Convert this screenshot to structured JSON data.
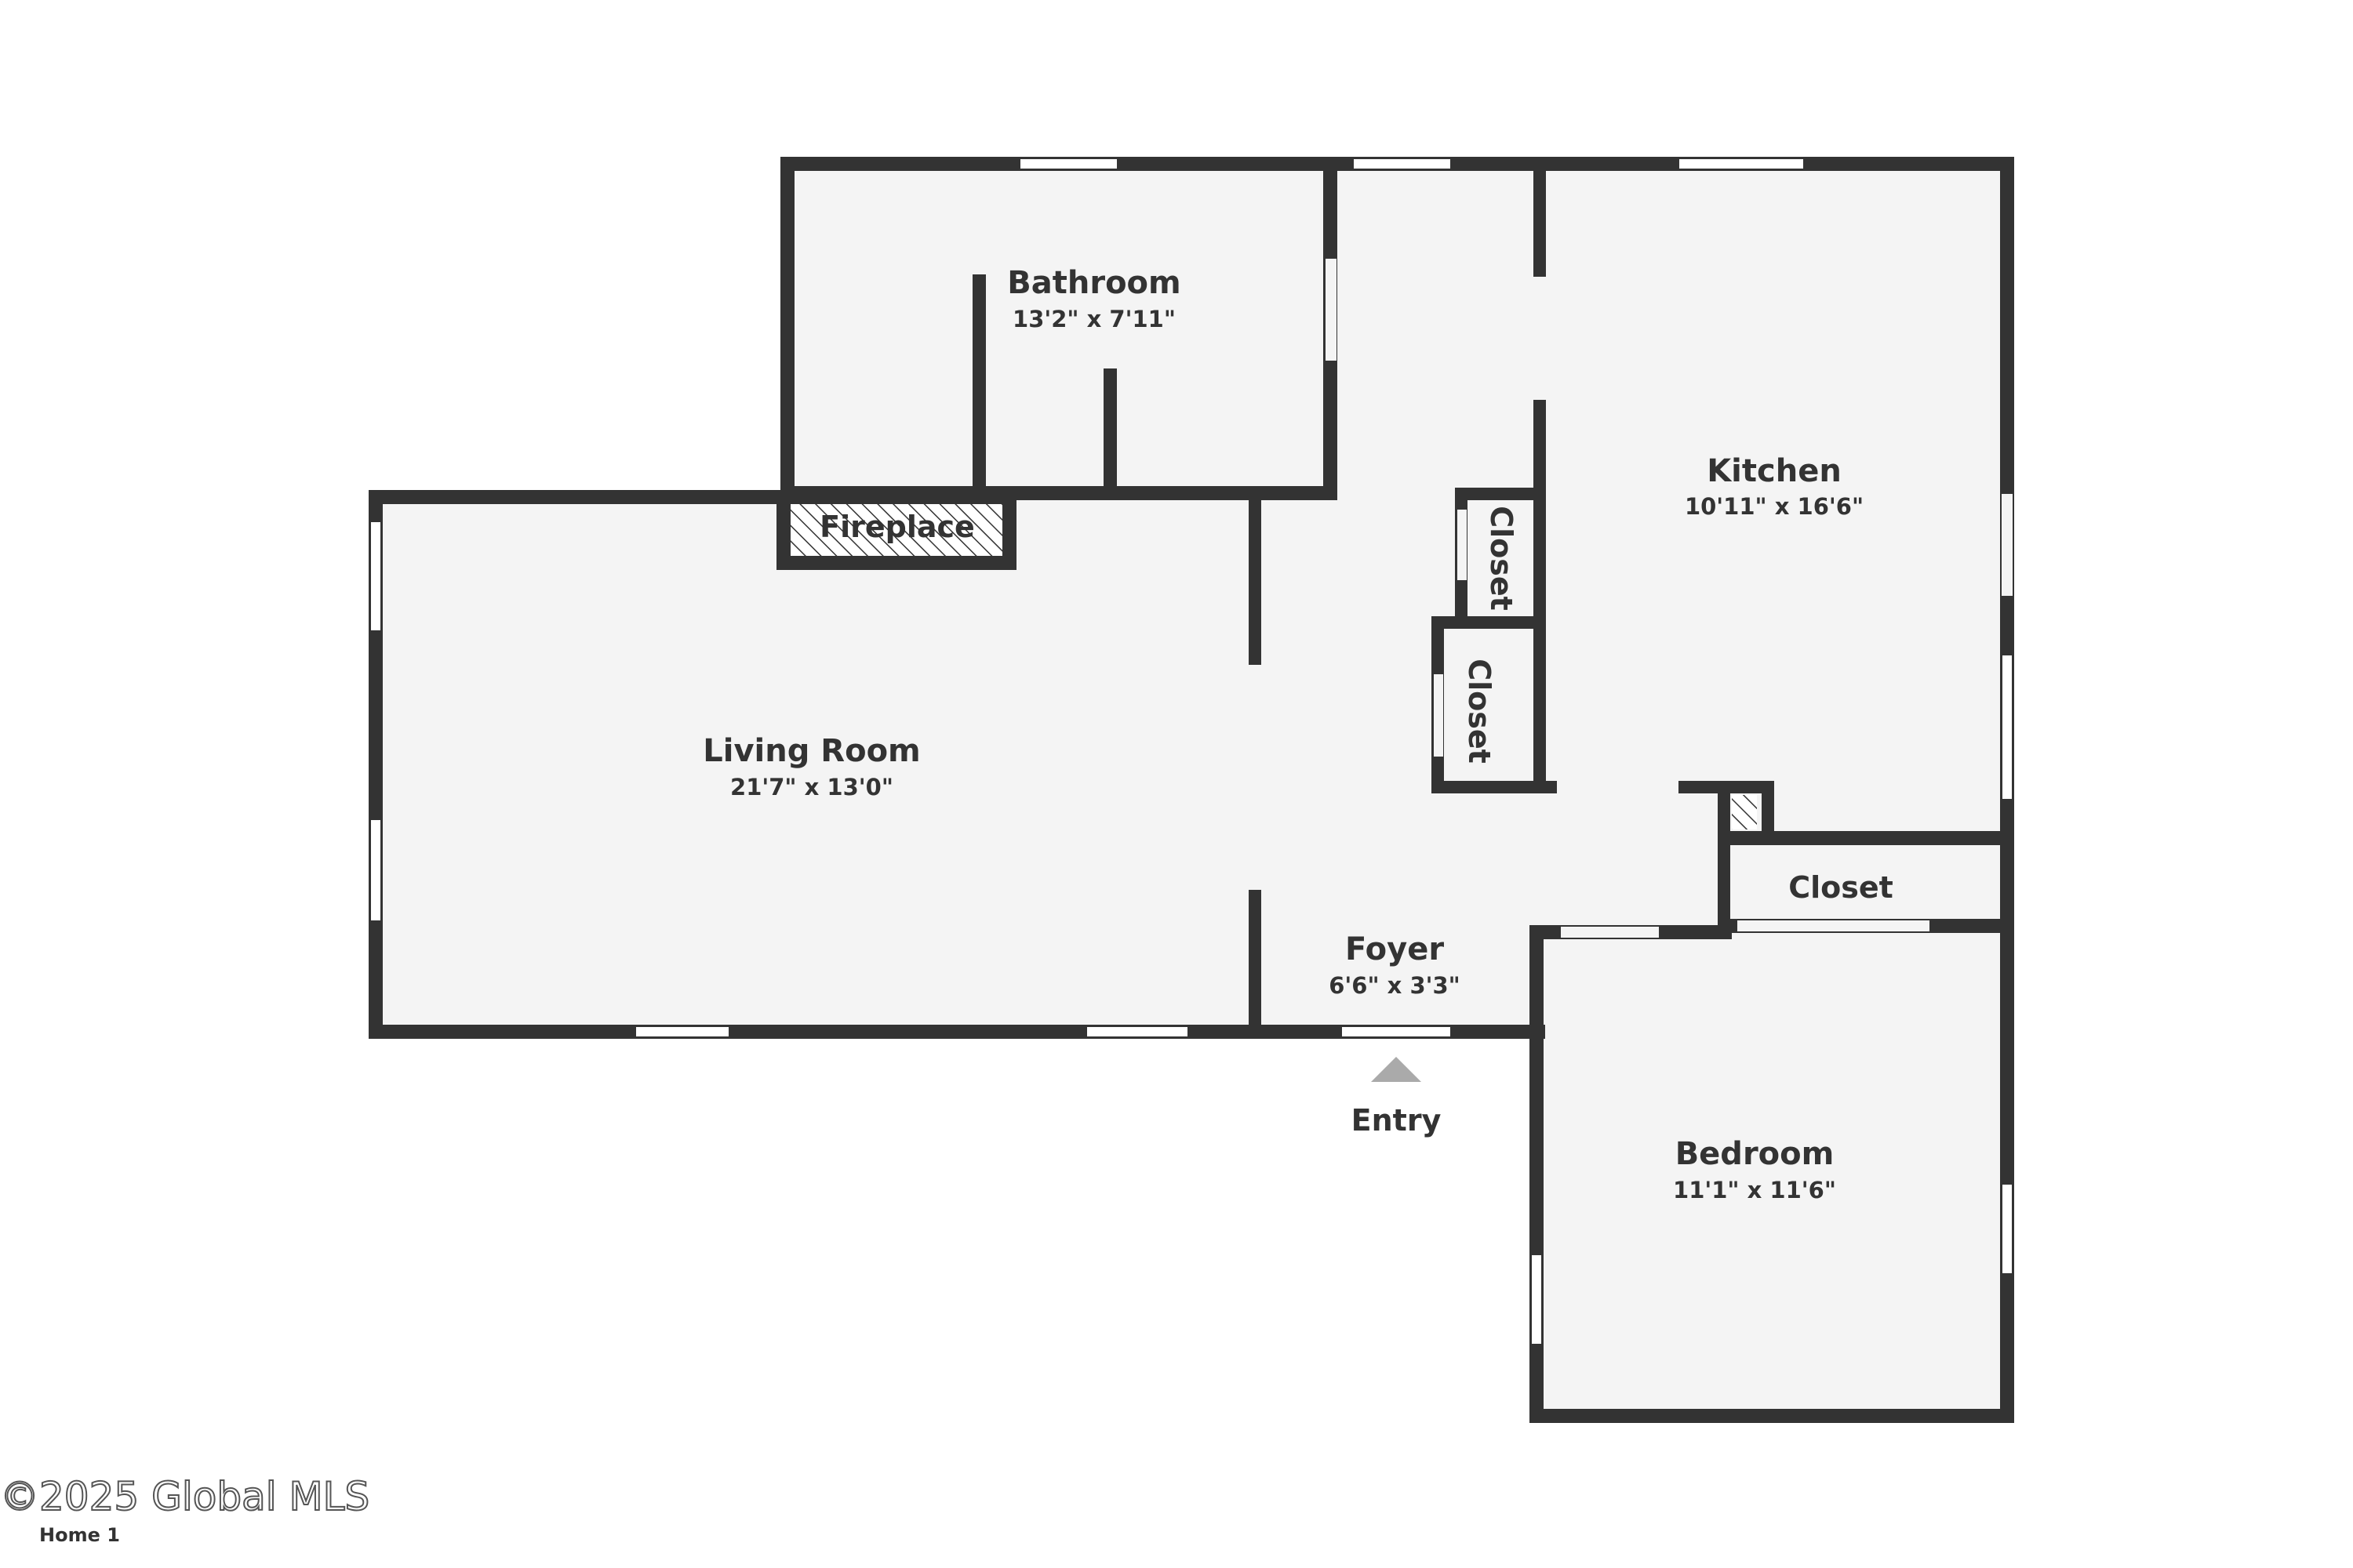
{
  "rooms": {
    "bathroom": {
      "name": "Bathroom",
      "dims": "13'2\" x 7'11\""
    },
    "kitchen": {
      "name": "Kitchen",
      "dims": "10'11\" x 16'6\""
    },
    "living_room": {
      "name": "Living Room",
      "dims": "21'7\" x 13'0\""
    },
    "foyer": {
      "name": "Foyer",
      "dims": "6'6\" x 3'3\""
    },
    "bedroom": {
      "name": "Bedroom",
      "dims": "11'1\" x 11'6\""
    }
  },
  "labels": {
    "fireplace": "Fireplace",
    "closet_upper": "Closet",
    "closet_lower": "Closet",
    "closet_right": "Closet",
    "entry": "Entry"
  },
  "footer": {
    "copyright": "©2025 Global MLS",
    "floor_name": "Home 1"
  }
}
